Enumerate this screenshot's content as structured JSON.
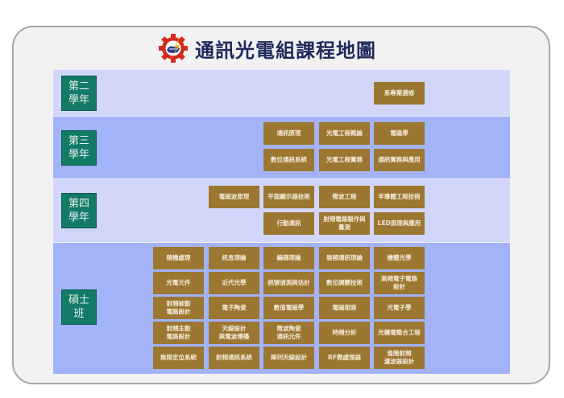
{
  "header": {
    "title": "通訊光電組課程地圖",
    "logo_icon": "gear-lightning-handshake-logo",
    "colors": {
      "title": "#1f2a5c",
      "gear": "#d42b1f",
      "bolt": "#f2c21b"
    }
  },
  "colors": {
    "frame_bg": "#f2f2f2",
    "frame_border": "#a6a6a6",
    "band_light": "#d2d6fb",
    "band_dark": "#a3b3fa",
    "year_label_bg": "#137a68",
    "course_bg": "#9c7731",
    "course_text": "#f3ead7"
  },
  "sections": [
    {
      "label": "第二\n學年",
      "courses": [
        {
          "name": "系專業選修"
        }
      ]
    },
    {
      "label": "第三\n學年",
      "courses": [
        {
          "name": "通訊原理"
        },
        {
          "name": "光電工程概論"
        },
        {
          "name": "電磁學"
        },
        {
          "name": "數位通訊系統"
        },
        {
          "name": "光電工程實務"
        },
        {
          "name": "通訊實務與應用"
        }
      ]
    },
    {
      "label": "第四\n學年",
      "courses": [
        {
          "name": "電磁波原理"
        },
        {
          "name": "平面顯示器技術"
        },
        {
          "name": "微波工程"
        },
        {
          "name": "半導體工程技術"
        },
        {
          "name": "行動通訊"
        },
        {
          "name": "射頻電路製作與\n量測"
        },
        {
          "name": "LED原理與應用"
        }
      ]
    },
    {
      "label": "碩士\n班",
      "courses": [
        {
          "name": "隨機處理"
        },
        {
          "name": "訊息理論"
        },
        {
          "name": "編碼理論"
        },
        {
          "name": "展頻通訊理論"
        },
        {
          "name": "機體光學"
        },
        {
          "name": "光電元件"
        },
        {
          "name": "近代光學"
        },
        {
          "name": "訊號偵測與估計"
        },
        {
          "name": "數位調變技術"
        },
        {
          "name": "高頻電子電路\n設計"
        },
        {
          "name": "射頻被動\n電路設計"
        },
        {
          "name": "電子陶瓷"
        },
        {
          "name": "數值電磁學"
        },
        {
          "name": "電磁相容"
        },
        {
          "name": "光電子學"
        },
        {
          "name": "射頻主動\n電路設計"
        },
        {
          "name": "天線設計\n與電波傳播"
        },
        {
          "name": "微波陶瓷\n通訊元件"
        },
        {
          "name": "時頻分析"
        },
        {
          "name": "光機電整合工程"
        },
        {
          "name": "無限定位系統"
        },
        {
          "name": "射頻通訊系統"
        },
        {
          "name": "陣列天線設計"
        },
        {
          "name": "RF微處理器"
        },
        {
          "name": "進階射頻\n濾波器設計"
        }
      ]
    }
  ]
}
